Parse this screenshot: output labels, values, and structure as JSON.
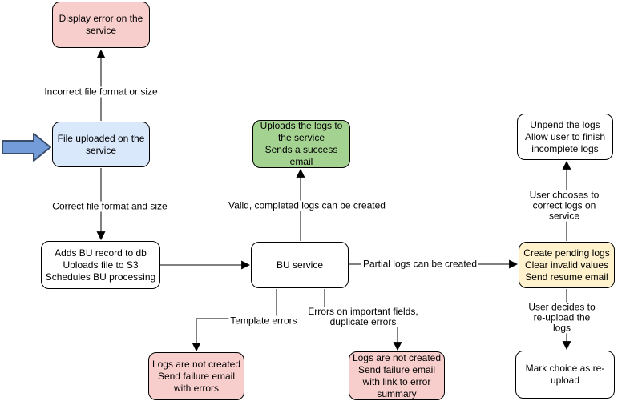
{
  "colors": {
    "node_pink": "#F8CECC",
    "node_blue": "#DAE8FC",
    "node_green": "#A4D391",
    "node_yellow": "#FFF2CC",
    "node_white": "#FFFFFF",
    "connector": "#000000",
    "input_arrow_fill": "#739CD9",
    "input_arrow_stroke": "#3A4E6B"
  },
  "nodes": {
    "display_error": {
      "label": "Display error on the\nservice"
    },
    "file_uploaded": {
      "label": "File uploaded on the\nservice"
    },
    "adds_bu_record": {
      "label": "Adds BU record to db\nUploads file to S3\nSchedules BU processing"
    },
    "bu_service": {
      "label": "BU service"
    },
    "upload_success": {
      "label": "Uploads the logs to\nthe service\nSends a success\nemail"
    },
    "create_pending": {
      "label": "Create pending logs\nClear invalid values\nSend resume email"
    },
    "unpend_logs": {
      "label": "Unpend the logs\nAllow user to finish\nincomplete logs"
    },
    "mark_reupload": {
      "label": "Mark choice as re-\nupload"
    },
    "failure_template": {
      "label": "Logs are not created\nSend failure email\nwith errors"
    },
    "failure_fields": {
      "label": "Logs are not created\nSend failure email\nwith link to error\nsummary"
    }
  },
  "edges": {
    "incorrect_format": "Incorrect file format or size",
    "correct_format": "Correct file format and size",
    "valid_logs": "Valid, completed logs can be created",
    "partial_logs": "Partial logs can be created",
    "template_errors": "Template errors",
    "field_errors": "Errors on important fields,\nduplicate errors",
    "user_corrects": "User chooses to correct logs on service",
    "user_reuploads": "User decides to re-upload the logs"
  }
}
